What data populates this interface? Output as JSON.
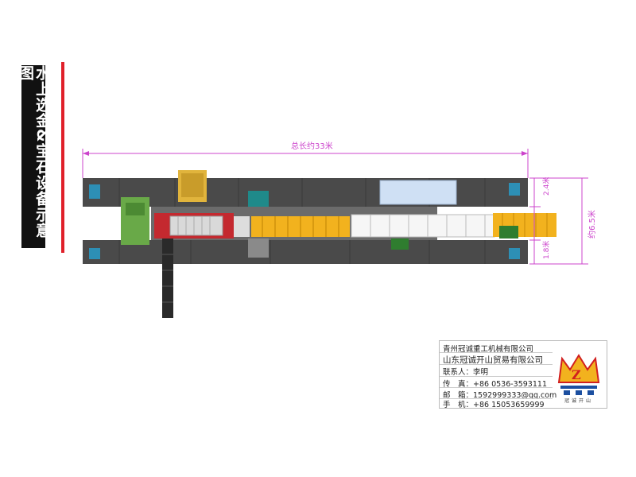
{
  "title": "水上选金&宝石设备示意图",
  "dimensions": {
    "total_length": "总长约33米",
    "width_total": "约6.5米",
    "width_top": "2.4米",
    "width_bottom": "1.8米"
  },
  "company": {
    "name_1": "青州冠诚重工机械有限公司",
    "name_2": "山东冠诚开山贸易有限公司",
    "contact": "联系人：李明",
    "phone": "传　真：+86 0536-3593111",
    "email": "邮　箱：1592999333@qq.com",
    "mobile": "手　机：+86 15053659999",
    "logo_text": "冠诚开山"
  },
  "colors": {
    "hull": "#4a4a4a",
    "deck": "#6b6b6b",
    "accent_red": "#e0202a",
    "dimension": "#cc44cc",
    "conveyor_yellow": "#f2b21e",
    "trommel_red": "#c4292f",
    "green_unit": "#69a948",
    "teal_unit": "#1f8a8a",
    "blue_panel": "#cfe0f4"
  }
}
